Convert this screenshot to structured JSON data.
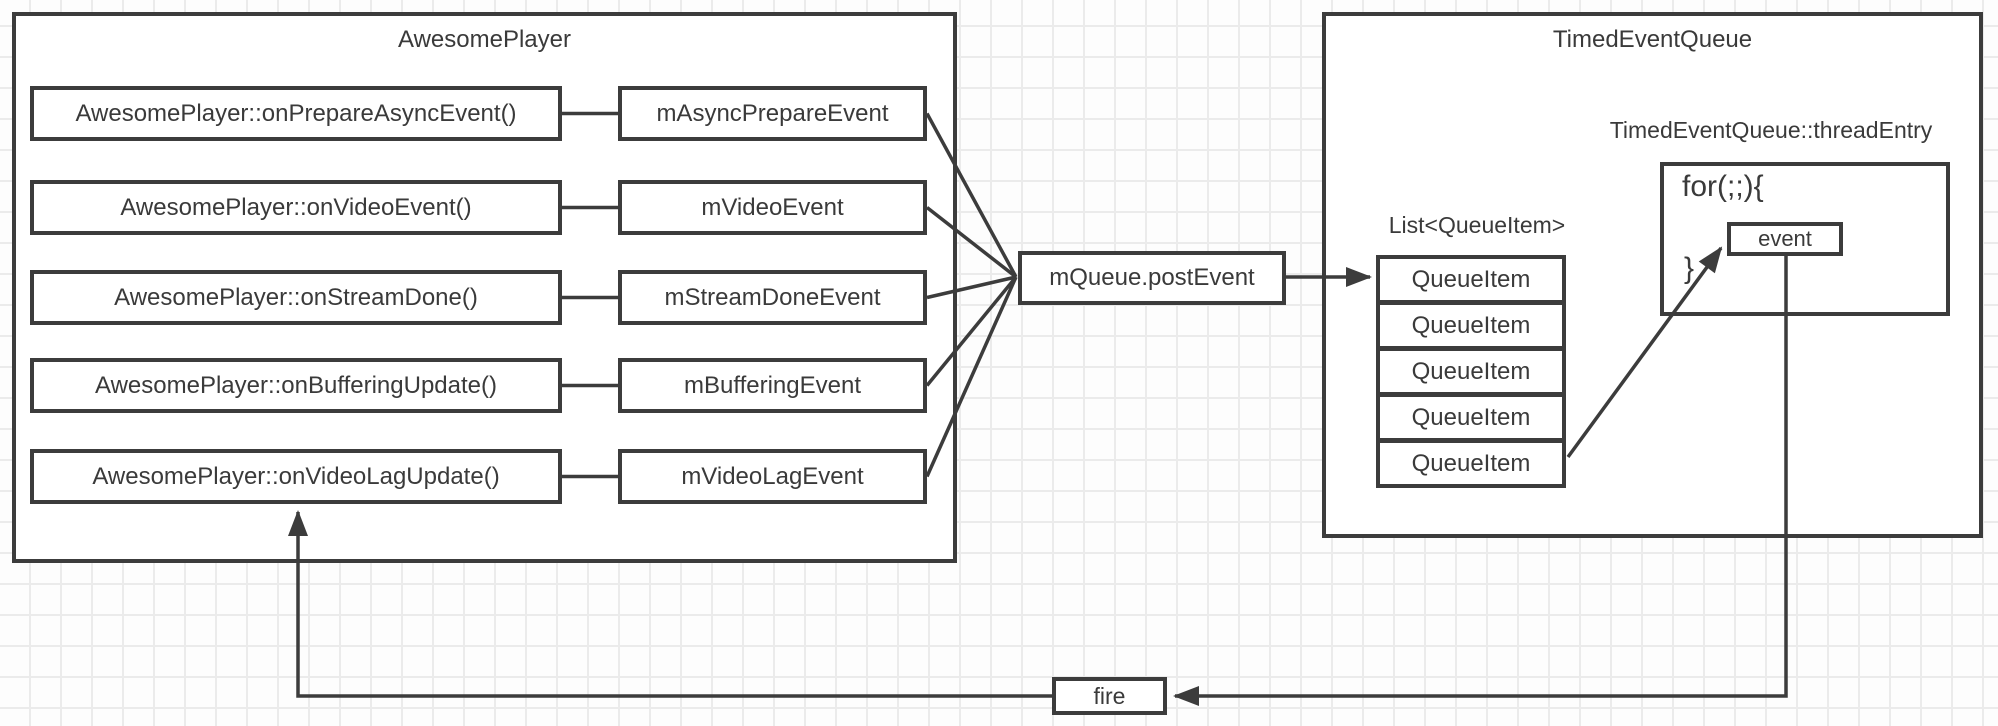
{
  "diagram": {
    "awesome_player": {
      "title": "AwesomePlayer",
      "rows": [
        {
          "handler": "AwesomePlayer::onPrepareAsyncEvent()",
          "event": "mAsyncPrepareEvent"
        },
        {
          "handler": "AwesomePlayer::onVideoEvent()",
          "event": "mVideoEvent"
        },
        {
          "handler": "AwesomePlayer::onStreamDone()",
          "event": "mStreamDoneEvent"
        },
        {
          "handler": "AwesomePlayer::onBufferingUpdate()",
          "event": "mBufferingEvent"
        },
        {
          "handler": "AwesomePlayer::onVideoLagUpdate()",
          "event": "mVideoLagEvent"
        }
      ]
    },
    "post_event": {
      "label": "mQueue.postEvent"
    },
    "timed_event_queue": {
      "title": "TimedEventQueue",
      "thread_entry_label": "TimedEventQueue::threadEntry",
      "list_label": "List<QueueItem>",
      "queue_items": [
        "QueueItem",
        "QueueItem",
        "QueueItem",
        "QueueItem",
        "QueueItem"
      ],
      "for_loop": {
        "open": "for(;;){",
        "close": "}",
        "event_label": "event"
      }
    },
    "fire": {
      "label": "fire"
    },
    "colors": {
      "line": "#3c3c3c",
      "text": "#3a3a3a",
      "grid": "#ebebeb",
      "background": "#fdfdfd"
    }
  }
}
